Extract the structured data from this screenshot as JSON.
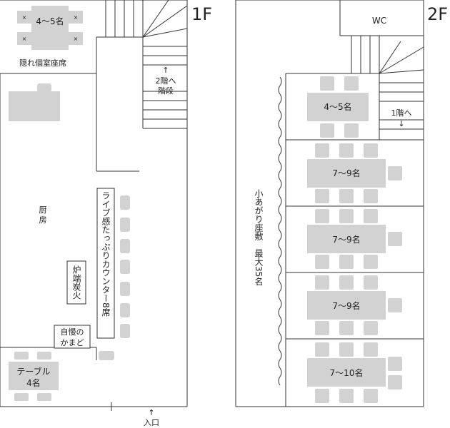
{
  "floor1": {
    "label": "1F",
    "private_room": {
      "table": "4〜5名",
      "label": "隠れ個室座席"
    },
    "stairs_note_arrow": "↑",
    "stairs_note": [
      "2階へ",
      "階段"
    ],
    "kitchen": [
      "厨",
      "房"
    ],
    "counter": "ライブ感たっぷりカウンター8席",
    "charcoal": "炉端炭火",
    "oven": [
      "自慢の",
      "かまど"
    ],
    "table_area": [
      "テーブル",
      "4名"
    ],
    "entrance_arrow": "↑",
    "entrance": "入口"
  },
  "floor2": {
    "label": "2F",
    "wc": "WC",
    "stairs_note": "1階へ",
    "stairs_arrow": "↓",
    "tables": [
      "4〜5名",
      "7〜9名",
      "7〜9名",
      "7〜9名",
      "7〜10名"
    ],
    "raised_seating": "小あがり座敷　最大35名"
  },
  "seat_mark": "×"
}
